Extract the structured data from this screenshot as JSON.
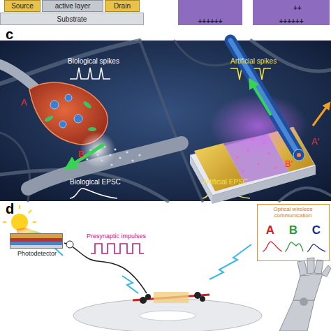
{
  "diagram": {
    "nodes": [
      {
        "text": [
          "Source"
        ]
      },
      {
        "text": [
          "active layer"
        ]
      },
      {
        "text": [
          "Drain"
        ]
      },
      {
        "text": [
          "Substrate"
        ]
      },
      {
        "text": [
          "++++++"
        ]
      },
      {
        "text": [
          "++++++"
        ]
      },
      {
        "text": [
          "Photodetector"
        ]
      },
      {
        "text": [
          "Optical wireless communication",
          "A",
          "B",
          "C"
        ]
      }
    ],
    "labels": [
      "++",
      "c",
      "Biological spikes",
      "Artificial spikes",
      "A",
      "A'",
      "B",
      "B'",
      "Biological EPSC",
      "Artificial EPSC",
      "d",
      "Presynaptic impulses"
    ]
  }
}
